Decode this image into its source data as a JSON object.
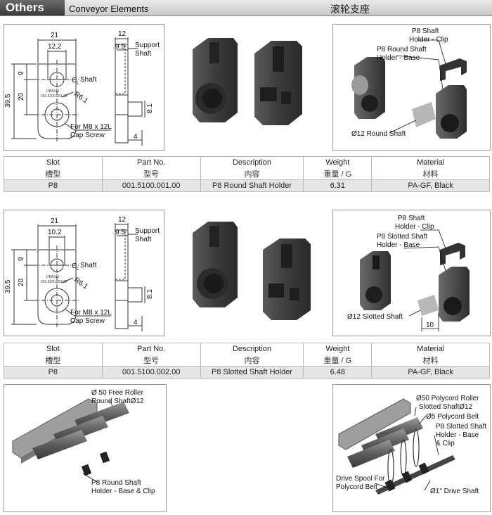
{
  "header": {
    "title": "Others",
    "subtitle": "Conveyor Elements",
    "title_cn": "滚轮支座"
  },
  "section1": {
    "drawing": {
      "dim_width": "21",
      "dim_inner": "12.2",
      "dim_height": "39.5",
      "dim_top": "9",
      "dim_mid": "20",
      "dim_side_w": "12",
      "dim_side_inner": "9.5",
      "dim_side_small": "8.1",
      "dim_side_bottom": "4",
      "radius": "R6.1",
      "centerline": "C",
      "centerline_sub": "L",
      "shaft_label": "Shaft",
      "support_label": "Support",
      "support_label2": "Shaft",
      "screw_label1": "For M8 x 12L",
      "screw_label2": "Cap Screw",
      "brand": "DBASIX",
      "part_mark": "001.5100.001.00"
    },
    "exploded": {
      "clip_label1": "P8 Shaft",
      "clip_label2": "Holder - Clip",
      "base_label1": "P8 Round Shaft",
      "base_label2": "Holder - Base",
      "shaft_label": "Ø12 Round Shaft"
    }
  },
  "section2": {
    "drawing": {
      "dim_width": "21",
      "dim_inner": "10.2",
      "dim_height": "39.5",
      "dim_top": "9",
      "dim_mid": "20",
      "dim_side_w": "12",
      "dim_side_inner": "9.5",
      "dim_side_small": "8.1",
      "dim_side_bottom": "4",
      "radius": "R6.1",
      "centerline": "C",
      "centerline_sub": "L",
      "shaft_label": "Shaft",
      "support_label": "Support",
      "support_label2": "Shaft",
      "screw_label1": "For M8 x 12L",
      "screw_label2": "Cap Screw",
      "brand": "DBASIX",
      "part_mark": "001.5100.001.00"
    },
    "exploded": {
      "clip_label1": "P8 Shaft",
      "clip_label2": "Holder - Clip",
      "base_label1": "P8 Slotted Shaft",
      "base_label2": "Holder - Base",
      "shaft_label": "Ø12 Slotted Shaft",
      "dim_10": "10"
    }
  },
  "columns": [
    {
      "en": "Slot",
      "cn": "槽型"
    },
    {
      "en": "Part No.",
      "cn": "型号"
    },
    {
      "en": "Description",
      "cn": "内容"
    },
    {
      "en": "Weight",
      "cn": "重量 / G"
    },
    {
      "en": "Material",
      "cn": "材料"
    }
  ],
  "table1": {
    "row": [
      "P8",
      "001.5100.001.00",
      "P8 Round Shaft Holder",
      "6.31",
      "PA-GF, Black"
    ]
  },
  "table2": {
    "row": [
      "P8",
      "001.5100.002.00",
      "P8 Slotted Shaft Holder",
      "6.48",
      "PA-GF, Black"
    ]
  },
  "bottom_left": {
    "roller_label1": "Ø 50 Free Roller",
    "roller_label2": "Round ShaftØ12",
    "holder_label1": "P8 Round Shaft",
    "holder_label2": "Holder - Base & Clip"
  },
  "bottom_right": {
    "roller_label1": "Ø50 Polycord Roller",
    "roller_label2": "Slotted ShaftØ12",
    "belt_label": "Ø5 Polycord Belt",
    "holder_label1": "P8 Slotted Shaft",
    "holder_label2": "Holder - Base",
    "holder_label3": "& Clip",
    "spool_label1": "Drive Spool For",
    "spool_label2": "Polycord Belt",
    "drive_label": "Ø1\" Drive Shaft"
  }
}
